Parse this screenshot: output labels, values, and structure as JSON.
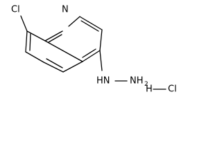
{
  "molecule": {
    "atoms": {
      "chlorine": "Cl",
      "nitrogen_ring": "N",
      "hydrazine_nh": "HN",
      "hydrazine_nh2_main": "NH",
      "hydrazine_nh2_subscript": "2"
    },
    "salt": {
      "hydrogen": "H",
      "chlorine": "Cl"
    }
  }
}
